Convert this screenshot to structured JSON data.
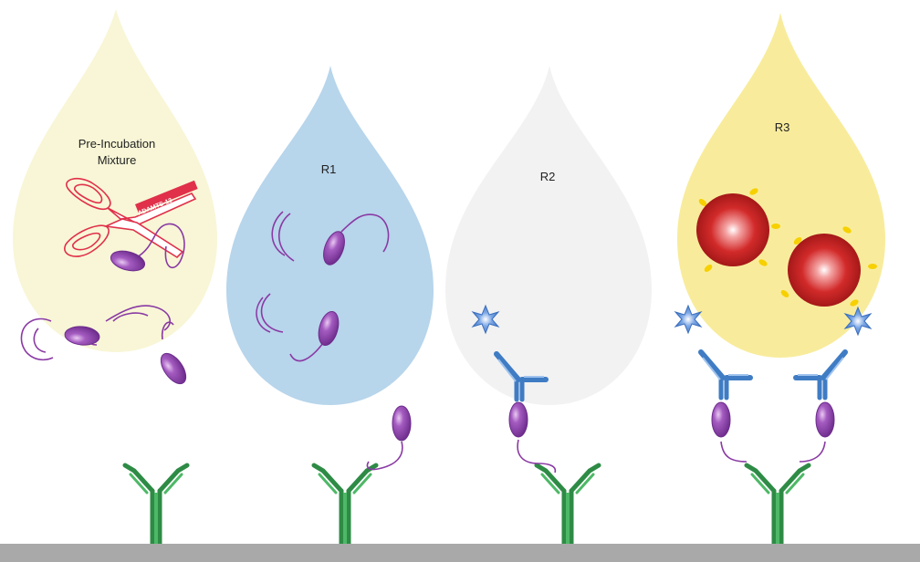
{
  "labels": {
    "pre_incubation_line1": "Pre-Incubation",
    "pre_incubation_line2": "Mixture",
    "r1": "R1",
    "r2": "R2",
    "r3": "R3",
    "enzyme": "ADAMTS-13"
  },
  "colors": {
    "drop_pre": "#f8f6d6",
    "drop_r1": "#b7d5eb",
    "drop_r2": "#f2f2f2",
    "drop_r3": "#f8ec9c",
    "capture_antibody": "#2e8b45",
    "substrate": "#8a3aa4",
    "detection_antibody": "#3f7cc4",
    "label_star": "#4f86d6",
    "bead": "#c91e1e",
    "bead_spot": "#f7d000",
    "scissors": "#e0304a",
    "surface": "#a9a9a9"
  }
}
